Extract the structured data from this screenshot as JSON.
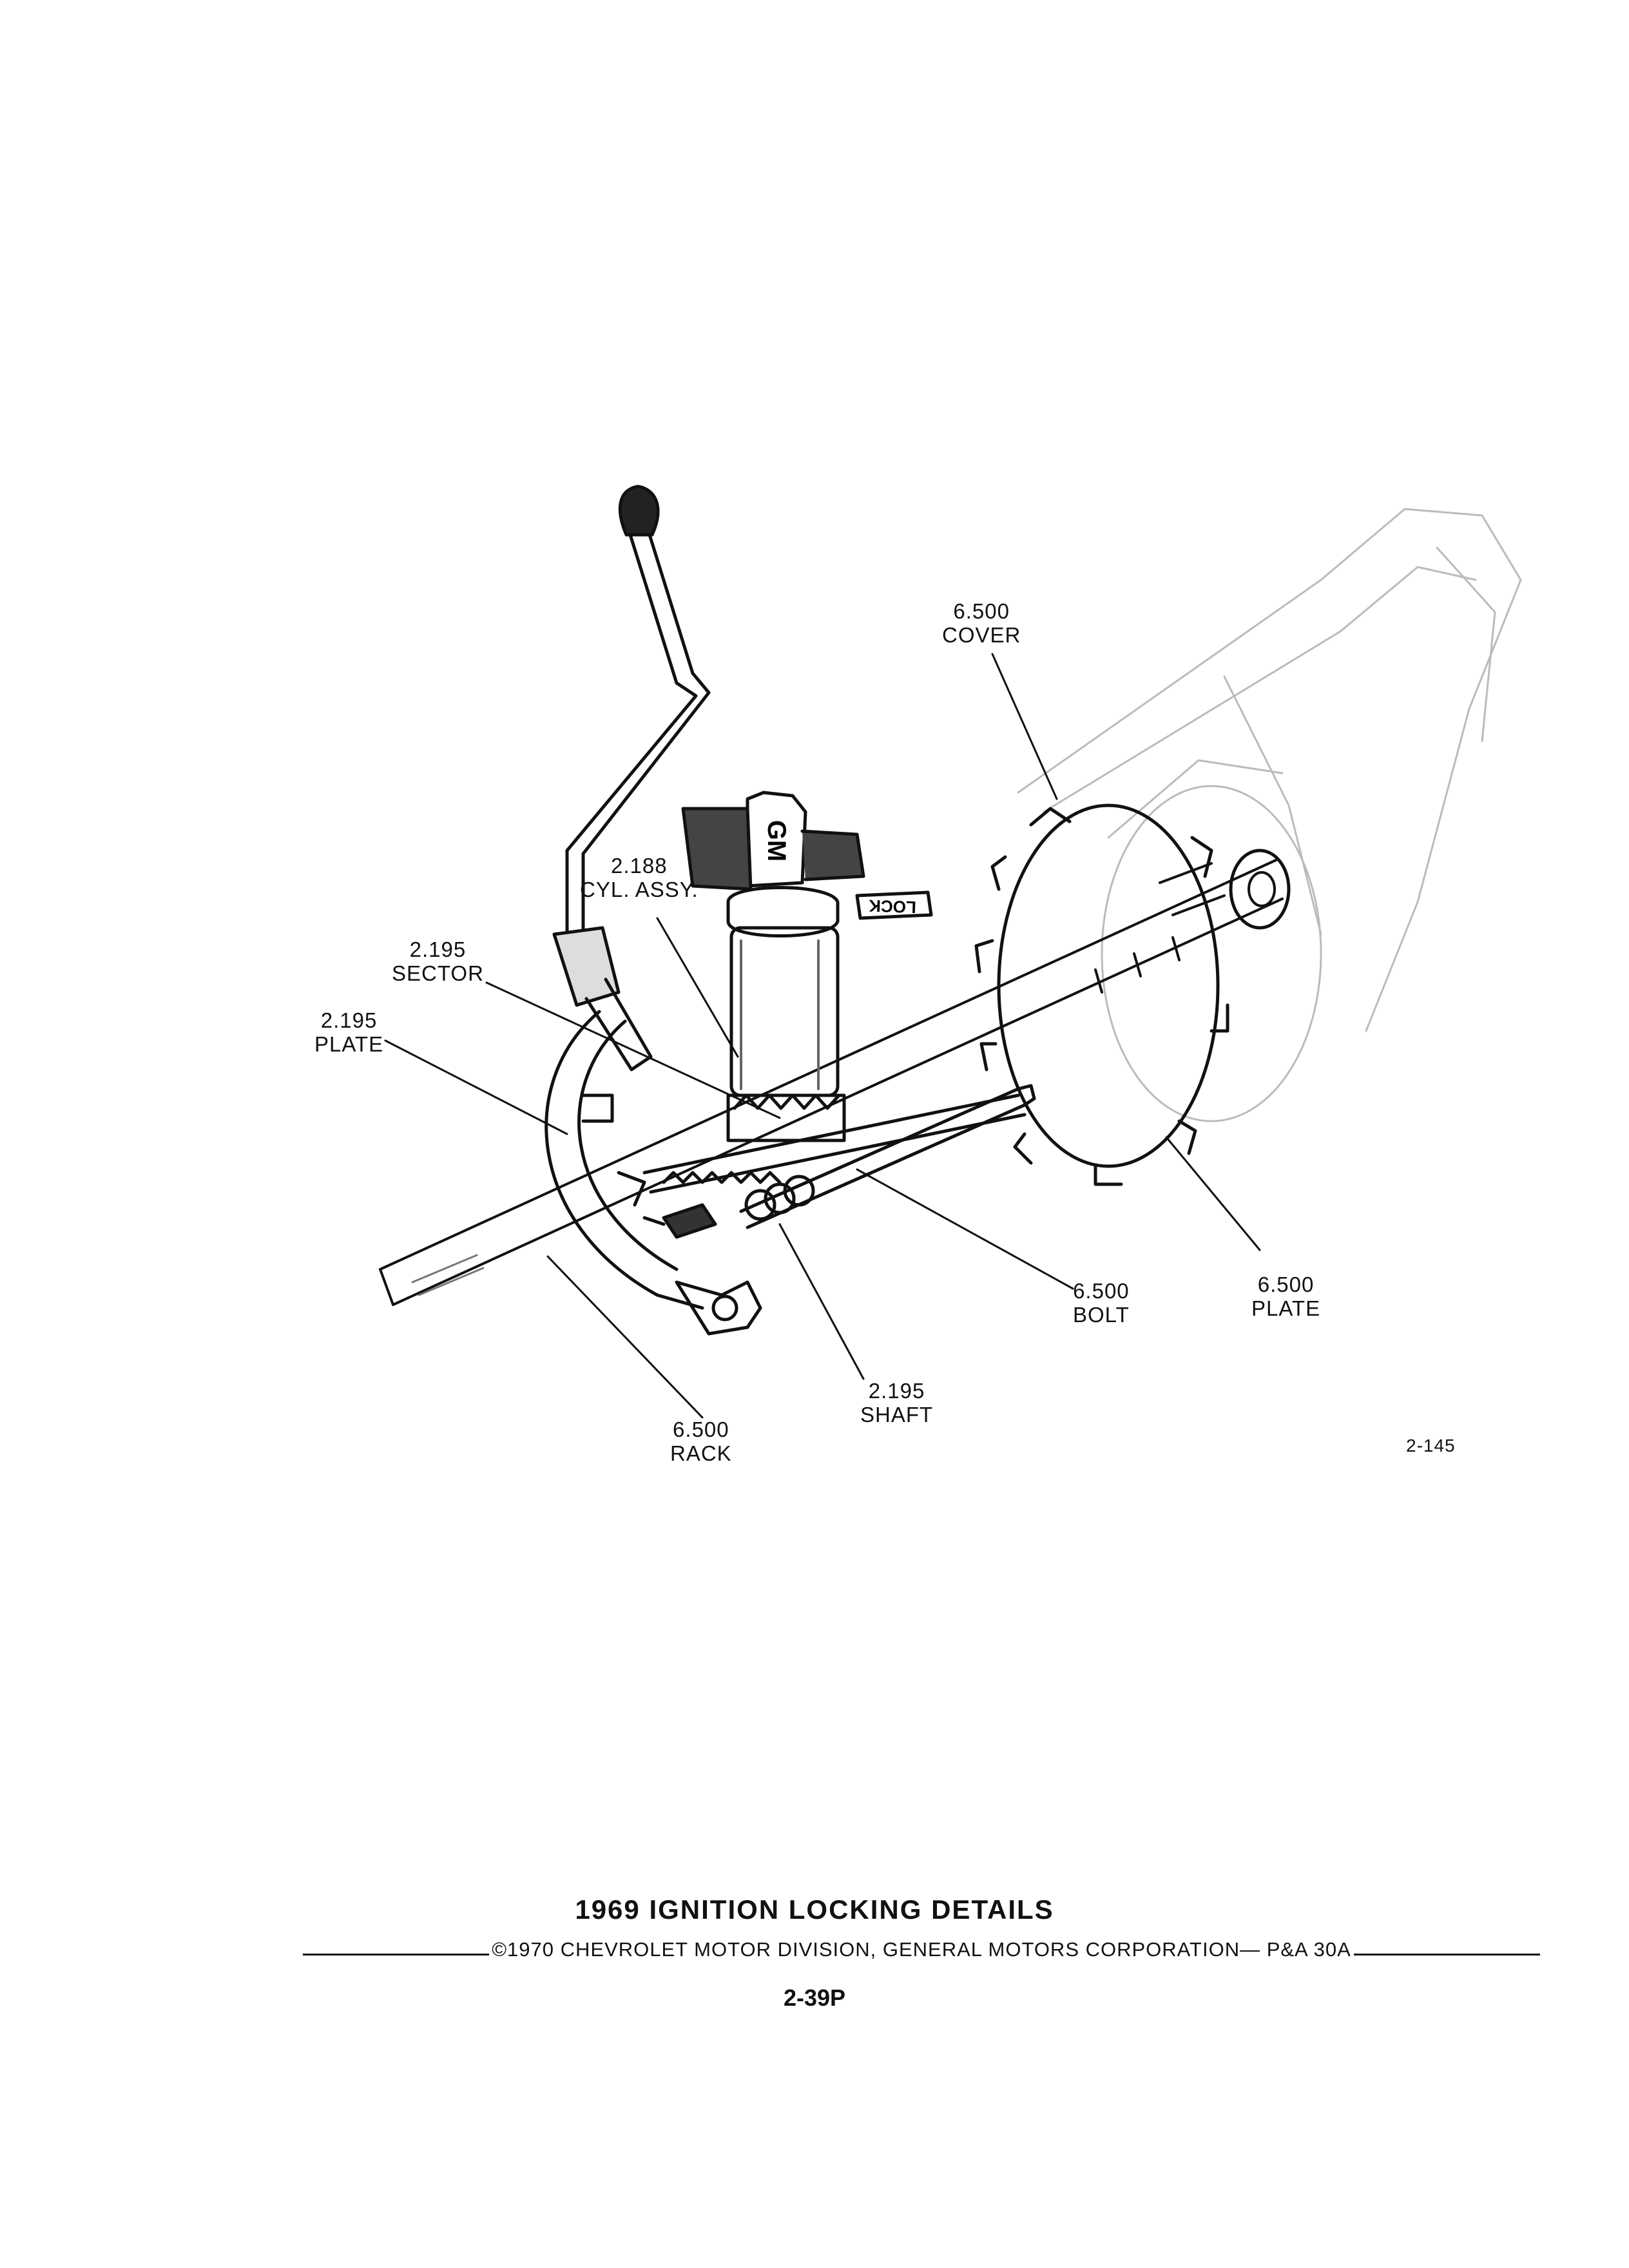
{
  "callouts": {
    "cover": {
      "num": "6.500",
      "name": "COVER"
    },
    "cylinder": {
      "num": "2.188",
      "name": "CYL. ASSY."
    },
    "sector": {
      "num": "2.195",
      "name": "SECTOR"
    },
    "plate_left": {
      "num": "2.195",
      "name": "PLATE"
    },
    "bolt": {
      "num": "6.500",
      "name": "BOLT"
    },
    "plate_right": {
      "num": "6.500",
      "name": "PLATE"
    },
    "shaft": {
      "num": "2.195",
      "name": "SHAFT"
    },
    "rack": {
      "num": "6.500",
      "name": "RACK"
    }
  },
  "lock_label": "LOCK",
  "key_mark": "GM",
  "figure_number": "2-145",
  "title": "1969 IGNITION LOCKING DETAILS",
  "copyright": "©1970 CHEVROLET MOTOR DIVISION, GENERAL MOTORS CORPORATION— P&A 30A",
  "page_number": "2-39P"
}
